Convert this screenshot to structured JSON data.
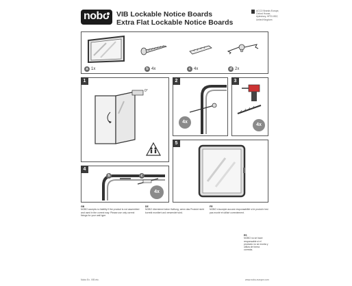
{
  "header": {
    "brand": "nobo",
    "title_line1": "VIB Lockable Notice Boards",
    "title_line2": "Extra Flat Lockable Notice Boards",
    "address": "ACCO Brands Europe, Oxford House, Aylesbury, HP21 8SZ, United Kingdom"
  },
  "parts": [
    {
      "letter": "a",
      "qty": "1x"
    },
    {
      "letter": "b",
      "qty": "4x"
    },
    {
      "letter": "c",
      "qty": "4x"
    },
    {
      "letter": "d",
      "qty": "2x"
    }
  ],
  "steps": [
    {
      "num": "1",
      "angle": "0°"
    },
    {
      "num": "2",
      "count": "4x"
    },
    {
      "num": "3",
      "count": "4x"
    },
    {
      "num": "4",
      "label_b": "b",
      "label_c": "c",
      "count": "4x"
    },
    {
      "num": "5"
    }
  ],
  "text_columns": [
    {
      "lang": "GB",
      "body": "NOBO accepts no liability if the product is not assembled and used in the correct way. Please use only correct fixings for your wall type."
    },
    {
      "lang": "DE",
      "body": "NOBO übernimmt keine Haftung, wenn das Produkt nicht korrekt montiert und verwendet wird."
    },
    {
      "lang": "FR",
      "body": "NOBO n'accepte aucune responsabilité si le produit n'est pas monté et utilisé correctement."
    },
    {
      "lang": "ES",
      "body": "NOBO no se hace responsable si el producto no se monta y utiliza de forma correcta."
    }
  ],
  "footer": {
    "left": "Nobo Ex. VIB etc.",
    "right": "www.nobo-europe.com"
  },
  "colors": {
    "step_badge": "#3a3a3a",
    "part_badge": "#6a6a6a",
    "count_circle": "#8a8a8a"
  }
}
